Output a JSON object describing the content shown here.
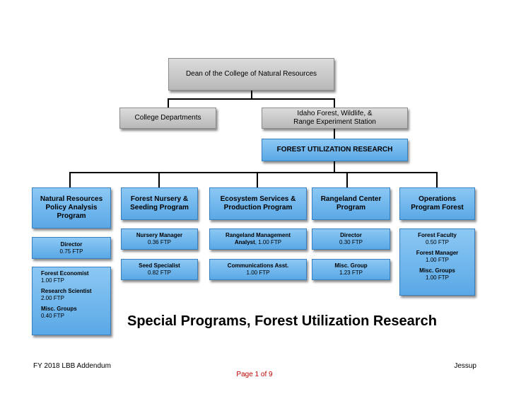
{
  "top": {
    "dean": "Dean of the College of Natural Resources",
    "departments": "College Departments",
    "station_line1": "Idaho Forest, Wildlife, &",
    "station_line2": "Range Experiment Station",
    "fur": "FOREST UTILIZATION RESEARCH"
  },
  "programs": [
    {
      "lines": [
        "Natural Resources",
        "Policy Analysis",
        "Program"
      ]
    },
    {
      "lines": [
        "Forest Nursery &",
        "Seeding Program"
      ]
    },
    {
      "lines": [
        "Ecosystem Services &",
        "Production Program"
      ]
    },
    {
      "lines": [
        "Rangeland Center",
        "Program"
      ]
    },
    {
      "lines": [
        "Operations",
        "Program Forest"
      ]
    }
  ],
  "positions": {
    "col1_director": {
      "title": "Director",
      "ftp": "0.75 FTP"
    },
    "col1_group": [
      {
        "title": "Forest Economist",
        "ftp": "1.00 FTP"
      },
      {
        "title": "Research Scientist",
        "ftp": "2.00 FTP"
      },
      {
        "title": "Misc. Groups",
        "ftp": "0.40 FTP"
      }
    ],
    "col2_a": {
      "title": "Nursery Manager",
      "ftp": "0.36 FTP"
    },
    "col2_b": {
      "title": "Seed Specialist",
      "ftp": "0.82 FTP"
    },
    "col3_a": {
      "title": "Rangeland Management",
      "title2": "Analyst",
      "ftp": ", 1.00 FTP"
    },
    "col3_b": {
      "title": "Communications Asst.",
      "ftp": "1.00 FTP"
    },
    "col4_a": {
      "title": "Director",
      "ftp": "0.30 FTP"
    },
    "col4_b": {
      "title": "Misc. Group",
      "ftp": "1.23 FTP"
    },
    "col5_group": [
      {
        "title": "Forest Faculty",
        "ftp": "0.50 FTP"
      },
      {
        "title": "Forest Manager",
        "ftp": "1.00 FTP"
      },
      {
        "title": "Misc. Groups",
        "ftp": "1.00 FTP"
      }
    ]
  },
  "title": "Special Programs, Forest Utilization Research",
  "footer": {
    "left": "FY 2018 LBB Addendum",
    "right": "Jessup",
    "page": "Page 1 of 9"
  },
  "colors": {
    "box_blue": "#6ab4ec",
    "box_gray": "#c8c8c8",
    "page_text": "#c00000"
  }
}
